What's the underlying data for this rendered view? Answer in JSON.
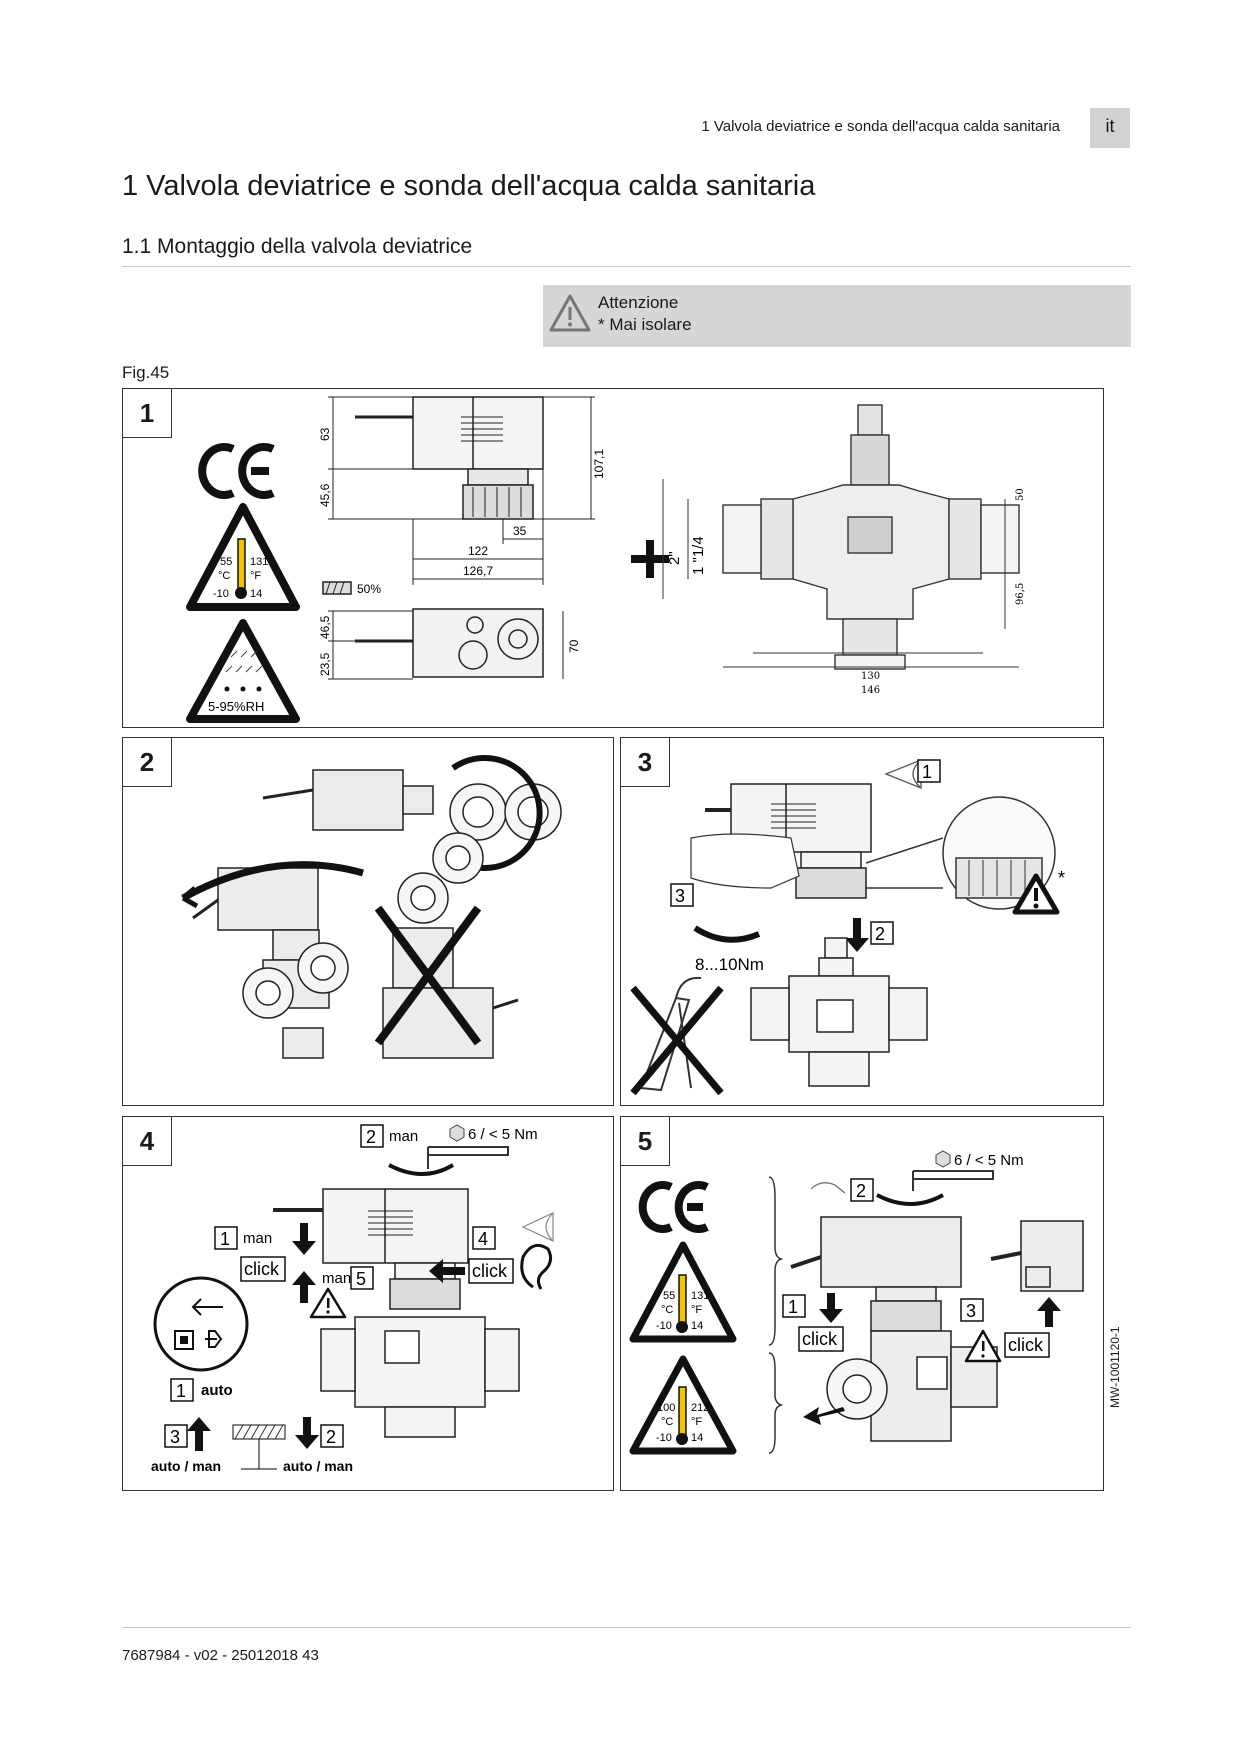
{
  "header": {
    "running_title": "1  Valvola deviatrice e sonda dell'acqua calda sanitaria",
    "lang": "it"
  },
  "chapter_title": "1  Valvola deviatrice e sonda dell'acqua calda sanitaria",
  "section_title": "1.1  Montaggio della valvola deviatrice",
  "warning": {
    "title": "Attenzione",
    "text": "* Mai isolare"
  },
  "figure_label": "Fig.45",
  "panels": {
    "p1": {
      "number": "1",
      "dims": {
        "d63": "63",
        "d45_6": "45,6",
        "d107_1": "107,1",
        "d35": "35",
        "d122": "122",
        "d126_7": "126,7",
        "d46_5": "46,5",
        "d23_5": "23,5",
        "d70": "70",
        "d50": "50",
        "d96_5": "96,5",
        "d130": "130",
        "d146": "146",
        "thread_2": "2\"",
        "thread_1_1_4": "1 \"1/4"
      },
      "humidity_50": "50%",
      "temp": {
        "c_max": "55",
        "f_max": "131",
        "c_unit": "°C",
        "f_unit": "°F",
        "c_min": "-10",
        "f_min": "14"
      },
      "rh": "5-95%RH"
    },
    "p2": {
      "number": "2"
    },
    "p3": {
      "number": "3",
      "torque": "8...10Nm",
      "step1": "1",
      "step2": "2",
      "step3": "3"
    },
    "p4": {
      "number": "4",
      "hex_spec": "6 / < 5 Nm",
      "step2": "2",
      "man_a": "man",
      "step1": "1",
      "man_b": "man",
      "click_a": "click",
      "step4": "4",
      "click_b": "click",
      "man_c": "man",
      "step5": "5",
      "auto_step": "1",
      "auto": "auto",
      "step3": "3",
      "step2b": "2",
      "auto_man_a": "auto / man",
      "auto_man_b": "auto / man"
    },
    "p5": {
      "number": "5",
      "hex_spec": "6 / < 5 Nm",
      "step2": "2",
      "step1": "1",
      "click_a": "click",
      "step3": "3",
      "click_b": "click",
      "temp_a": {
        "c_max": "55",
        "f_max": "131",
        "c_unit": "°C",
        "f_unit": "°F",
        "c_min": "-10",
        "f_min": "14"
      },
      "temp_b": {
        "c_max": "100",
        "f_max": "212",
        "c_unit": "°C",
        "f_unit": "°F",
        "c_min": "-10",
        "f_min": "14"
      }
    }
  },
  "doc_code": "MW-1001120-1",
  "footer": "7687984 - v02 - 25012018 43"
}
